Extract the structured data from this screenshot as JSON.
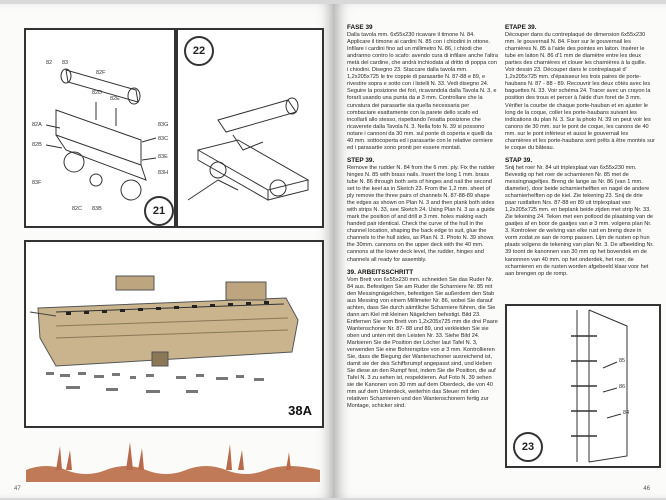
{
  "left_page": {
    "page_number": "47",
    "fig21": {
      "label": "21",
      "parts": [
        "82",
        "83",
        "82F",
        "82D",
        "82E",
        "82A",
        "82B",
        "83G",
        "83C",
        "83E",
        "82C",
        "83B",
        "83F",
        "83H"
      ]
    },
    "fig22": {
      "label": "22"
    },
    "fig38a": {
      "label": "38A"
    }
  },
  "right_page": {
    "page_number": "46",
    "col1": {
      "fase_title": "FASE 39",
      "fase_text": "Dalla tavola mm. 6x55x230 ricavare il timone N. 84. Applicare il timone ai cardini N. 85 con i chiodini in ottone. Infilare i cardini fino ad un millimetro N. 86, i chiodi che andranno contro lo scafo: avendo cura di infilare anche l'altra metà del cardine, che andrà inchiodata al dritto di poppa con i chiodini. Disegno 23. Staccare dalla tavola mm. 1,2x205x725 le tre coppie di parasartie N. 87-88 e 89, e rivestire sopra e sotto con i listelli N. 33. Vedi disegno 24. Seguire la posizione dei fori, ricavandola dalla Tavola N. 3, e forarli usando una punta da ø 3 mm. Controllare che la curvatura dei parasartie sia quella necessaria per combaciare esattamente con la parete dello scafo ed incollarli allo stesso, rispettando l'esatta posizione che ricaverete dalla Tavola N. 3. Nella foto N. 39 si possono notare i cannoni da 30 mm. sul ponte di coperta e quelli da 40 mm. sottocoperta ed i parasartie con le relative cerniere ed i parasartie sono pronti per essere montati.",
      "step_title": "STEP 39.",
      "step_text": "Remove the rudder N. 84 from the 6 mm. ply. Fix the rudder hinges N. 85 with brass nails. Insert the long 1 mm. brass tube N. 86 through both sets of hinges and nail the second set to the keel as in Sketch 23. From the 1,2 mm. sheet of ply remove the three pairs of channels N. 87-88-89 shape the edges as shown on Plan N. 3 and then plank both sides with strips N. 33, see Sketch 24. Using Plan N. 3 as a guide mark the position of and drill ø 3 mm. holes making each handed pair identical. Check the curve of the hull in the channel location, shaping the back edge to suit, glue the channels to the hull sides, as Plan N. 3. Photo N. 39 shows the 30mm. cannons on the upper deck with the 40 mm. cannons at the lower deck level, the rudder, hinges and channels all ready for assembly.",
      "arb_title": "39. ARBEITSSCHRITT",
      "arb_text": "Vom Brett von 6x55x230 mm. schneiden Sie das Ruder Nr. 84 aus. Befestigen Sie am Ruder die Scharniere Nr. 85 mit den Messingnägelchen, befestigen Sie außerdem den Stab aus Messing von einem Millimeter Nr. 86, wobei Sie darauf achten, dass Sie durch sämtliche Scharniere führen, die Sie dann am Kiel mit kleinen Nägelchen befestigt. Bild 23. Entfernen Sie vom Brett von 1,2x205x725 mm die drei Paare Wantenschoner Nr. 87- 88 und 89, und verkleiden Sie sie oben und unten mit den Leisten Nr. 33. Siehe Bild 24. Markieren Sie die Position der Löcher laut Tafel N. 3, verwenden Sie eine Bohrerspitze von ø 3 mm. Kontrollieren Sie, dass die Biegung der Wantenschoner ausreichend ist, damit sie der des Schiffsrumpf angepasst sind, und kleben Sie diese an den Rumpf fest, indem Sie die Position, die auf Tafel N. 3 zu sehen ist, respektieren. Auf Foto N. 39 sehen sie die Kanonen von 30 mm auf dem Oberdeck, die von 40 mm auf dem Unterdeck, weiterhin das Steuer mit den relativen Scharnieren und den Wantenschonern fertig zur Montage, schicker sind."
    },
    "col2": {
      "etape_title": "ETAPE 39.",
      "etape_text": "Découper dans du contreplaqué de dimension 6x55x230 mm. le gouvernail N. 84. Fixer sur le gouvernail les charnières N. 85 à l'aide des pointes en laiton. Insérer le tube en laiton N. 86 d'1 mm de diamètre entre les deux parties des charnières et clouer les charnières à la quille. Voir dessin 23. Découper dans le contreplaqué d' 1,2x205x725 mm. d'épaisseur les trois paires de porte-haubans N. 87 - 88 - 89. Recouvrir les deux côtés avec les baguettes N. 33. Voir schéma 24. Tracer avec un crayon la position des trous et percer à l'aide d'un foret de 3 mm. Vérifier la courbe de chaque porte-hauban et en ajuster le long de la coque, coller les porte-haubans suivant les indications du plan N. 3. Sur la photo N. 39 on peut voir les canons de 30 mm. sur le pont de coque, les canons de 40 mm. sur le pont inférieur et aussi le gouvernail les charnières et les porte-haubans sont prêts à être montés sur le coque du bâteau.",
      "stap_title": "STAP 39.",
      "stap_text": "Snij het roer Nr. 84 uit triplexplaat van 6x55x230 mm. Bevestig op het roer de scharnieren Nr. 85 met de messingnageltjes. Breng de lange as Nr. 86 (van 1 mm. diameter), door beide scharnierhelften en nagel de andere scharnierhelften op de kiel. Zie tekening 23. Snij de drie paar rustlatten Nrs. 87-88 en 89 uit triplexplaat van 1,2x205x725 mm. en beplank beide zijden met strip Nr. 33. Zie tekening 24. Teken met een potlood de plaatsing van de gaatjes af en boor de gaatjes van ø 3 mm. volgens plan Nr. 3. Kontroleer de welving van elke rust en breng deze in vorm zodat ze aan de romp passen. Lijm de rusten op hun plaats volgens de tekening van plan Nr. 3. De afbeelding Nr. 39 toont de kanonnen van 30 mm op het bovendek en de kanonnen van 40 mm. op het onderdek, het roer, de scharnieren en de rusten worden afgebeeld klaar voor het aan brengen op de romp."
    },
    "fig23": {
      "label": "23",
      "parts": [
        "85",
        "86",
        "84"
      ]
    }
  },
  "colors": {
    "page": "#fbfbf9",
    "ink": "#2a2a2a",
    "banner": "#b86a4a"
  }
}
